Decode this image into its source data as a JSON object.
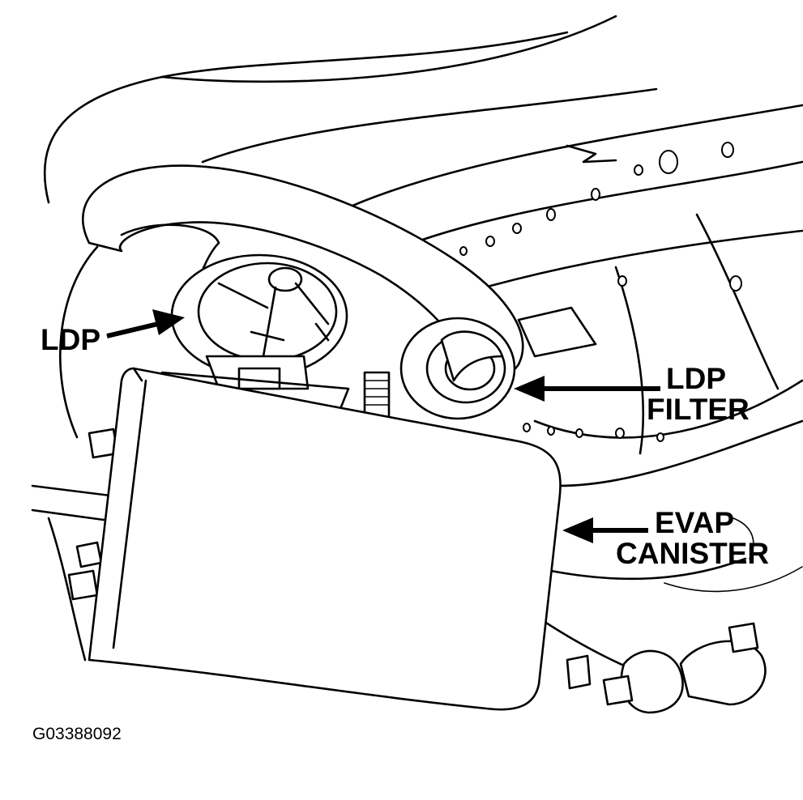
{
  "labels": {
    "ldp": "LDP",
    "ldp_filter_line1": "LDP",
    "ldp_filter_line2": "FILTER",
    "evap_line1": "EVAP",
    "evap_line2": "CANISTER",
    "figure_id": "G03388092"
  },
  "colors": {
    "line": "#000000",
    "background": "#ffffff"
  }
}
